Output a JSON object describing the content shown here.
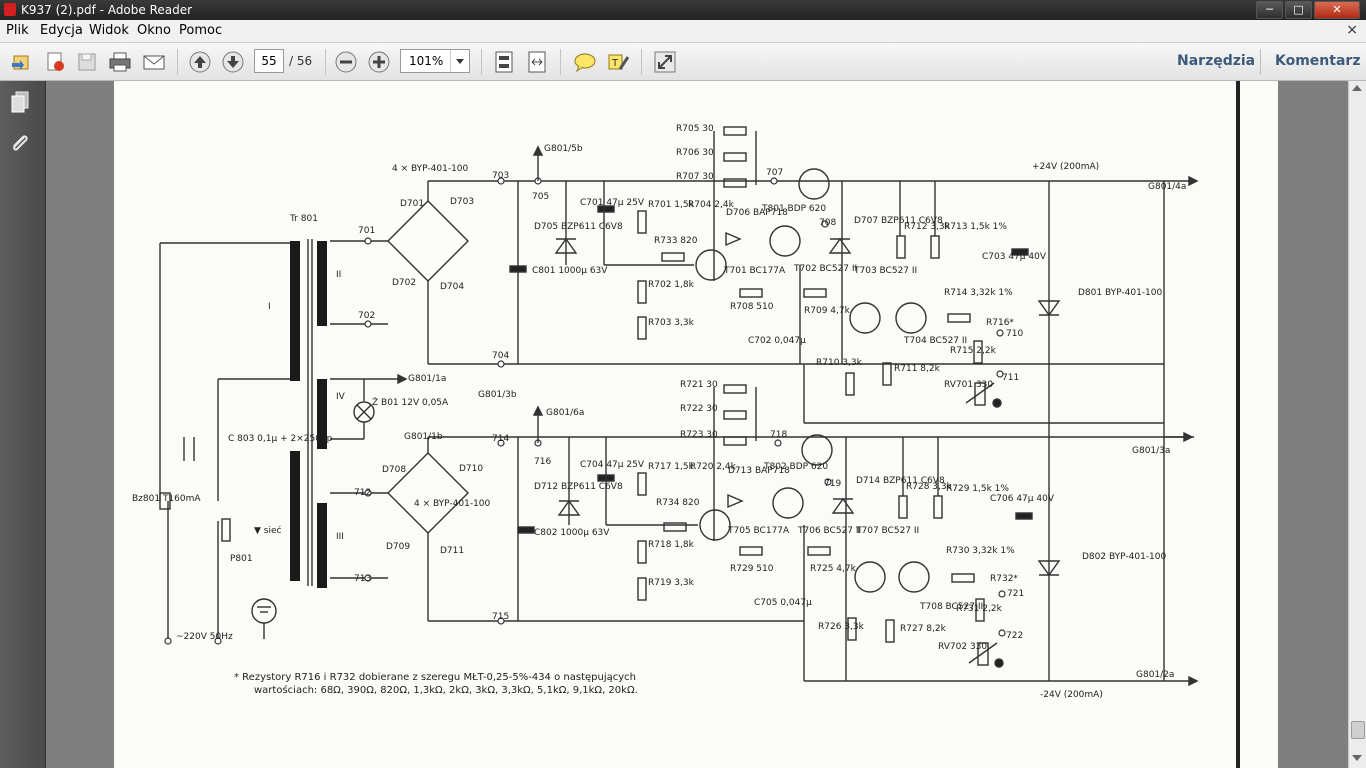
{
  "window": {
    "title": "K937 (2).pdf - Adobe Reader",
    "minimize": "─",
    "maximize": "□",
    "close": "✕"
  },
  "menu": {
    "items": [
      "Plik",
      "Edycja",
      "Widok",
      "Okno",
      "Pomoc"
    ],
    "close_glyph": "×"
  },
  "toolbar": {
    "page_current": "55",
    "page_total": "/ 56",
    "zoom": "101%",
    "tools_label": "Narzędzia",
    "comment_label": "Komentarz"
  },
  "schematic": {
    "tr": "Tr 801",
    "windings": [
      "I",
      "II",
      "III",
      "IV"
    ],
    "bridge_top": "4 × BYP-401-100",
    "bridge_bottom": "4 × BYP-401-100",
    "connectors": [
      "G801/5b",
      "G801/4a",
      "G801/1a",
      "G801/3b",
      "G801/6a",
      "G801/1b",
      "G801/3a",
      "G801/2a"
    ],
    "supply_pos": "+24V (200mA)",
    "supply_neg": "-24V (200mA)",
    "nodes": [
      "701",
      "702",
      "703",
      "704",
      "705",
      "707",
      "708",
      "710",
      "711",
      "712",
      "713",
      "714",
      "715",
      "716",
      "718",
      "719",
      "721",
      "722"
    ],
    "diodes_top": [
      "D701",
      "D703",
      "D702",
      "D704"
    ],
    "diodes_bottom": [
      "D708",
      "D710",
      "D709",
      "D711"
    ],
    "fuse_mains": "Bz801 T160mA",
    "fuse_aux": "Ż B01 12V 0,05A",
    "cap_mains": "C 803 0,1µ + 2×2500p",
    "mains_label": "▼ sieć",
    "switch": "P801",
    "mains_voltage": "~220V 50Hz",
    "top_parts": [
      "R705 30",
      "R706 30",
      "R707 30",
      "C701 47µ 25V",
      "R701 1,5k",
      "R704 2,4k",
      "D706 BAP718",
      "T801 BDP 620",
      "D705 BZP611 C6V8",
      "C801 1000µ 63V",
      "R733 820",
      "T701 BC177A",
      "T702 BC527 II",
      "R702 1,8k",
      "R703 3,3k",
      "R708 510",
      "R709 4,7k",
      "C702 0,047µ",
      "D707 BZP611 C6V8",
      "R712 3,3k",
      "R713 1,5k 1%",
      "C703 47µ 40V",
      "T703 BC527 II",
      "T704 BC527 II",
      "R714 3,32k 1%",
      "R716*",
      "R715 2,2k",
      "R710 3,3k",
      "R711 8,2k",
      "RV701 330",
      "D801 BYP-401-100"
    ],
    "bottom_parts": [
      "R721 30",
      "R722 30",
      "R723 30",
      "C704 47µ 25V",
      "R717 1,5k",
      "R720 2,4k",
      "D713 BAP718",
      "T802 BDP 620",
      "D712 BZP611 C6V8",
      "C802 1000µ 63V",
      "R734 820",
      "T705 BC177A",
      "T706 BC527 II",
      "R718 1,8k",
      "R719 3,3k",
      "R729 510",
      "R725 4,7k",
      "C705 0,047µ",
      "D714 BZP611 C6V8",
      "R728 3,3k",
      "R729 1,5k 1%",
      "C706 47µ 40V",
      "T707 BC527 II",
      "T708 BC527 II",
      "R730 3,32k 1%",
      "R732*",
      "R731 2,2k",
      "R726 3,3k",
      "R727 8,2k",
      "RV702 330",
      "D802 BYP-401-100"
    ],
    "note_line1": "* Rezystory R716 i R732 dobierane z szeregu MŁT-0,25-5%-434 o następujących",
    "note_line2": "wartościach: 68Ω, 390Ω, 820Ω, 1,3kΩ, 2kΩ, 3kΩ, 3,3kΩ, 5,1kΩ, 9,1kΩ, 20kΩ."
  }
}
